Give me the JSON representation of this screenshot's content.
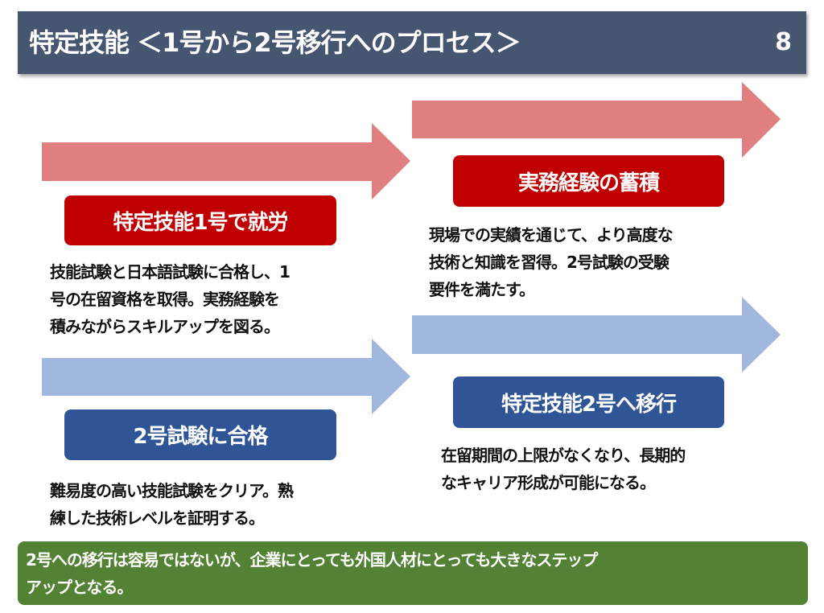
{
  "title": {
    "text": "特定技能 ＜1号から2号移行へのプロセス＞",
    "page_number": "8"
  },
  "colors": {
    "title_bg": "#465670",
    "red_arrow": "#E07F7F",
    "red_box": "#C00000",
    "blue_arrow": "#A0B8E0",
    "blue_box": "#2F5597",
    "summary_bg": "#548235"
  },
  "steps": [
    {
      "label": "特定技能1号で就労",
      "description": [
        "技能試験と日本語試験に合格し、1",
        "号の在留資格を取得。実務経験を",
        "積みながらスキルアップを図る。"
      ]
    },
    {
      "label": "実務経験の蓄積",
      "description": [
        "現場での実績を通じて、より高度な",
        "技術と知識を習得。2号試験の受験",
        "要件を満たす。"
      ]
    },
    {
      "label": "2号試験に合格",
      "description": [
        "難易度の高い技能試験をクリア。熟",
        "練した技術レベルを証明する。"
      ]
    },
    {
      "label": "特定技能2号へ移行",
      "description": [
        "在留期間の上限がなくなり、長期的",
        "なキャリア形成が可能になる。"
      ]
    }
  ],
  "summary": [
    "2号への移行は容易ではないが、企業にとっても外国人材にとっても大きなステップ",
    "アップとなる。"
  ]
}
